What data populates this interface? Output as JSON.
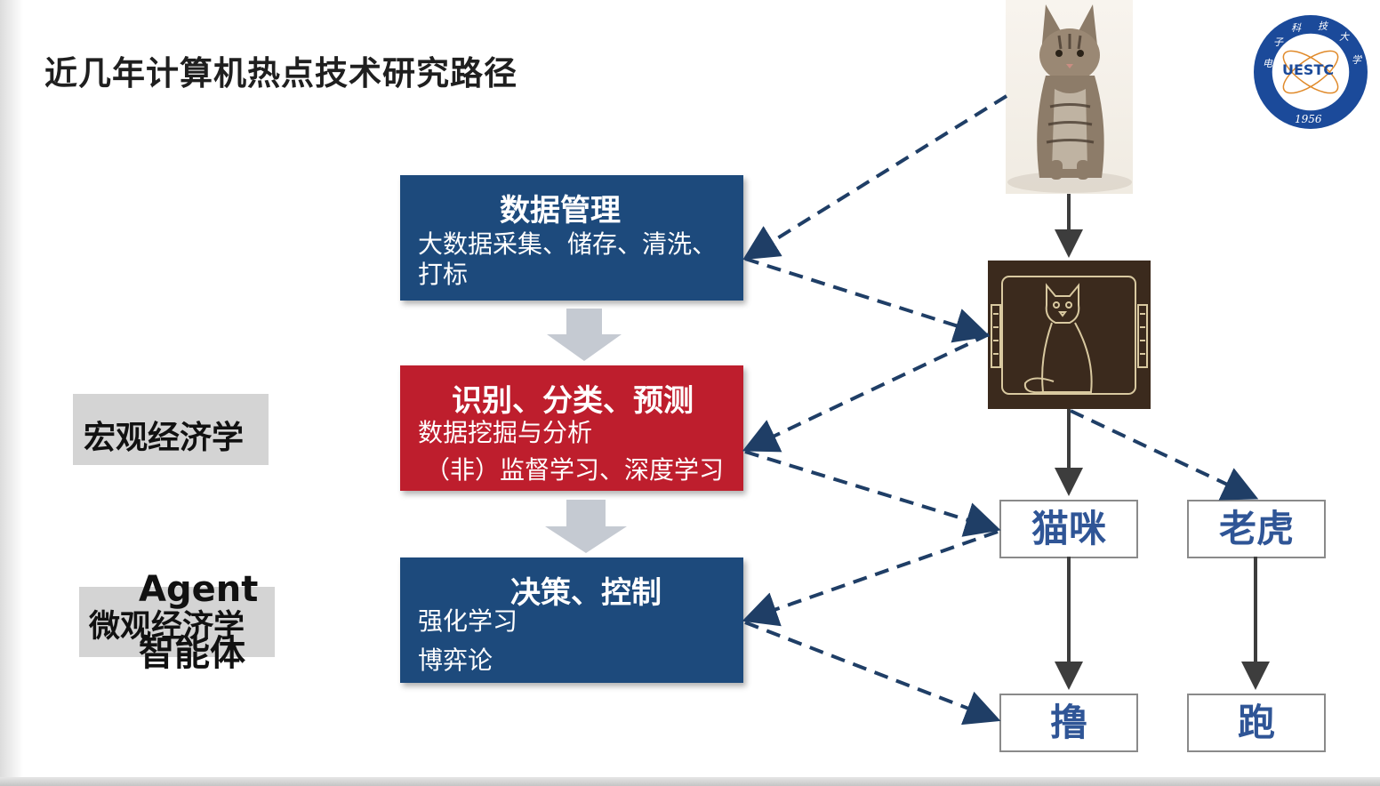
{
  "title": "近几年计算机热点技术研究路径",
  "boxes": {
    "data_mgmt": {
      "head": "数据管理",
      "line1": "大数据采集、储存、清洗、",
      "line2": "打标"
    },
    "recognize": {
      "head": "识别、分类、预测",
      "line1": "数据挖掘与分析",
      "line2": "（非）监督学习、深度学习"
    },
    "decision": {
      "head": "决策、控制",
      "line1": "强化学习",
      "line2": "博弈论"
    }
  },
  "left_labels": {
    "macro": "宏观经济学",
    "micro": "微观经济学",
    "agent": "Agent",
    "agent_cn": "智能体"
  },
  "outputs": {
    "cat": "猫咪",
    "tiger": "老虎",
    "pet": "撸",
    "run": "跑"
  },
  "logo": {
    "text": "UESTC",
    "year": "1956"
  },
  "colors": {
    "blue_box": "#1d4a7c",
    "red_box": "#be1e2d",
    "arrow_dash": "#1f3e66",
    "output_text": "#2f5596",
    "icon_bg": "#3b2a1d",
    "icon_line": "#d9c9a0"
  },
  "icons": {
    "photo": "cat-photo",
    "recognition": "cat-recognition-icon",
    "logo": "uestc-logo"
  }
}
